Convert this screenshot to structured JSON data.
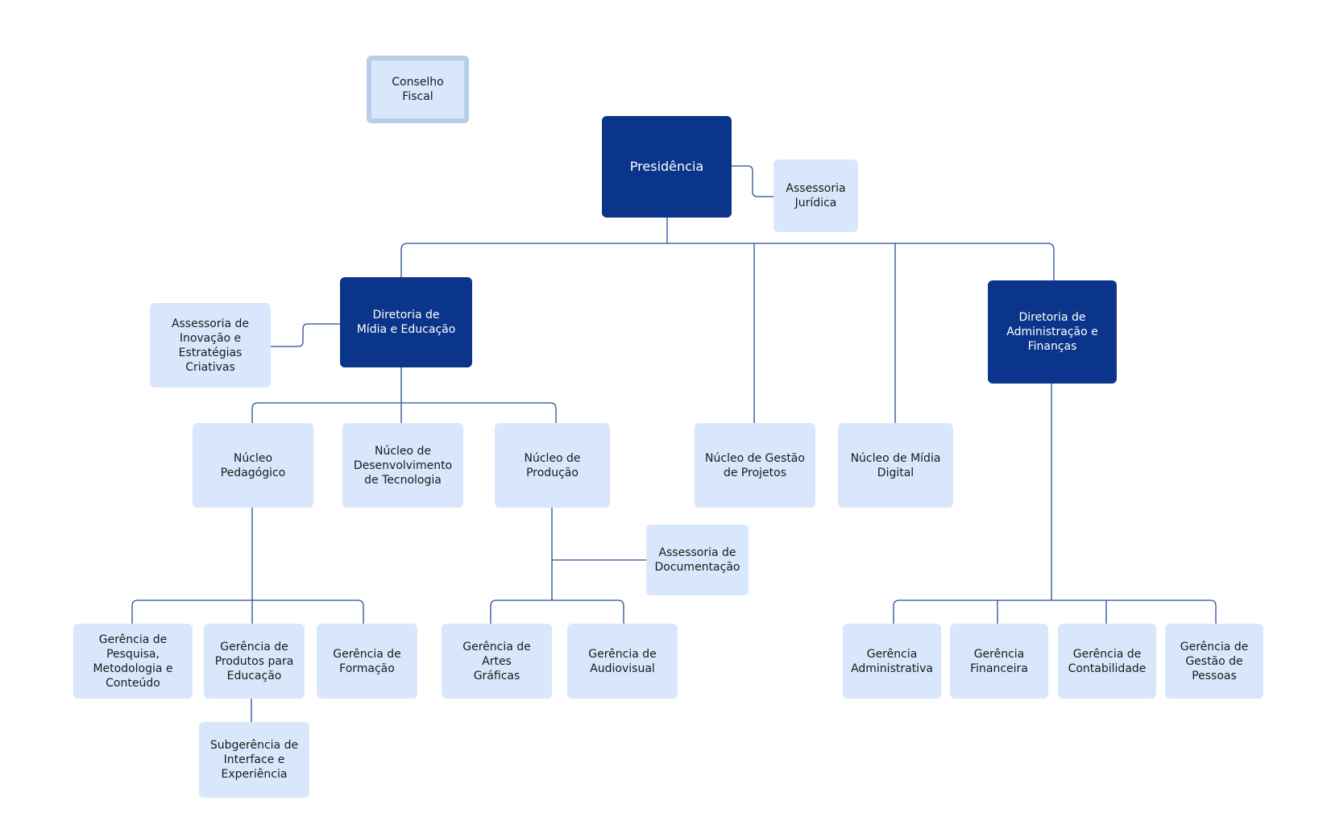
{
  "colors": {
    "dark_node": "#0b358a",
    "light_node": "#d9e7fc",
    "connector": "#2a4c97",
    "fiscal_border": "#b8cde9"
  },
  "nodes": {
    "conselho_fiscal": "Conselho\nFiscal",
    "presidencia": "Presidência",
    "assessoria_juridica": "Assessoria\nJurídica",
    "diretoria_midia_educacao": "Diretoria de\nMídia e Educação",
    "assessoria_inovacao": "Assessoria de\nInovação e\nEstratégias\nCriativas",
    "diretoria_adm_financas": "Diretoria de\nAdministração e\nFinanças",
    "nucleo_pedagogico": "Núcleo\nPedagógico",
    "nucleo_desenvolvimento_tecnologia": "Núcleo de\nDesenvolvimento\nde Tecnologia",
    "nucleo_producao": "Núcleo de\nProdução",
    "nucleo_gestao_projetos": "Núcleo de Gestão\nde Projetos",
    "nucleo_midia_digital": "Núcleo de Mídia\nDigital",
    "assessoria_documentacao": "Assessoria de\nDocumentação",
    "gerencia_pesquisa": "Gerência de\nPesquisa,\nMetodologia e\nConteúdo",
    "gerencia_produtos_educacao": "Gerência de\nProdutos para\nEducação",
    "gerencia_formacao": "Gerência de\nFormação",
    "subgerencia_interface": "Subgerência de\nInterface e\nExperiência",
    "gerencia_artes_graficas": "Gerência de Artes\nGráficas",
    "gerencia_audiovisual": "Gerência de\nAudiovisual",
    "gerencia_administrativa": "Gerência\nAdministrativa",
    "gerencia_financeira": "Gerência\nFinanceira",
    "gerencia_contabilidade": "Gerência de\nContabilidade",
    "gerencia_gestao_pessoas": "Gerência de\nGestão de\nPessoas"
  }
}
